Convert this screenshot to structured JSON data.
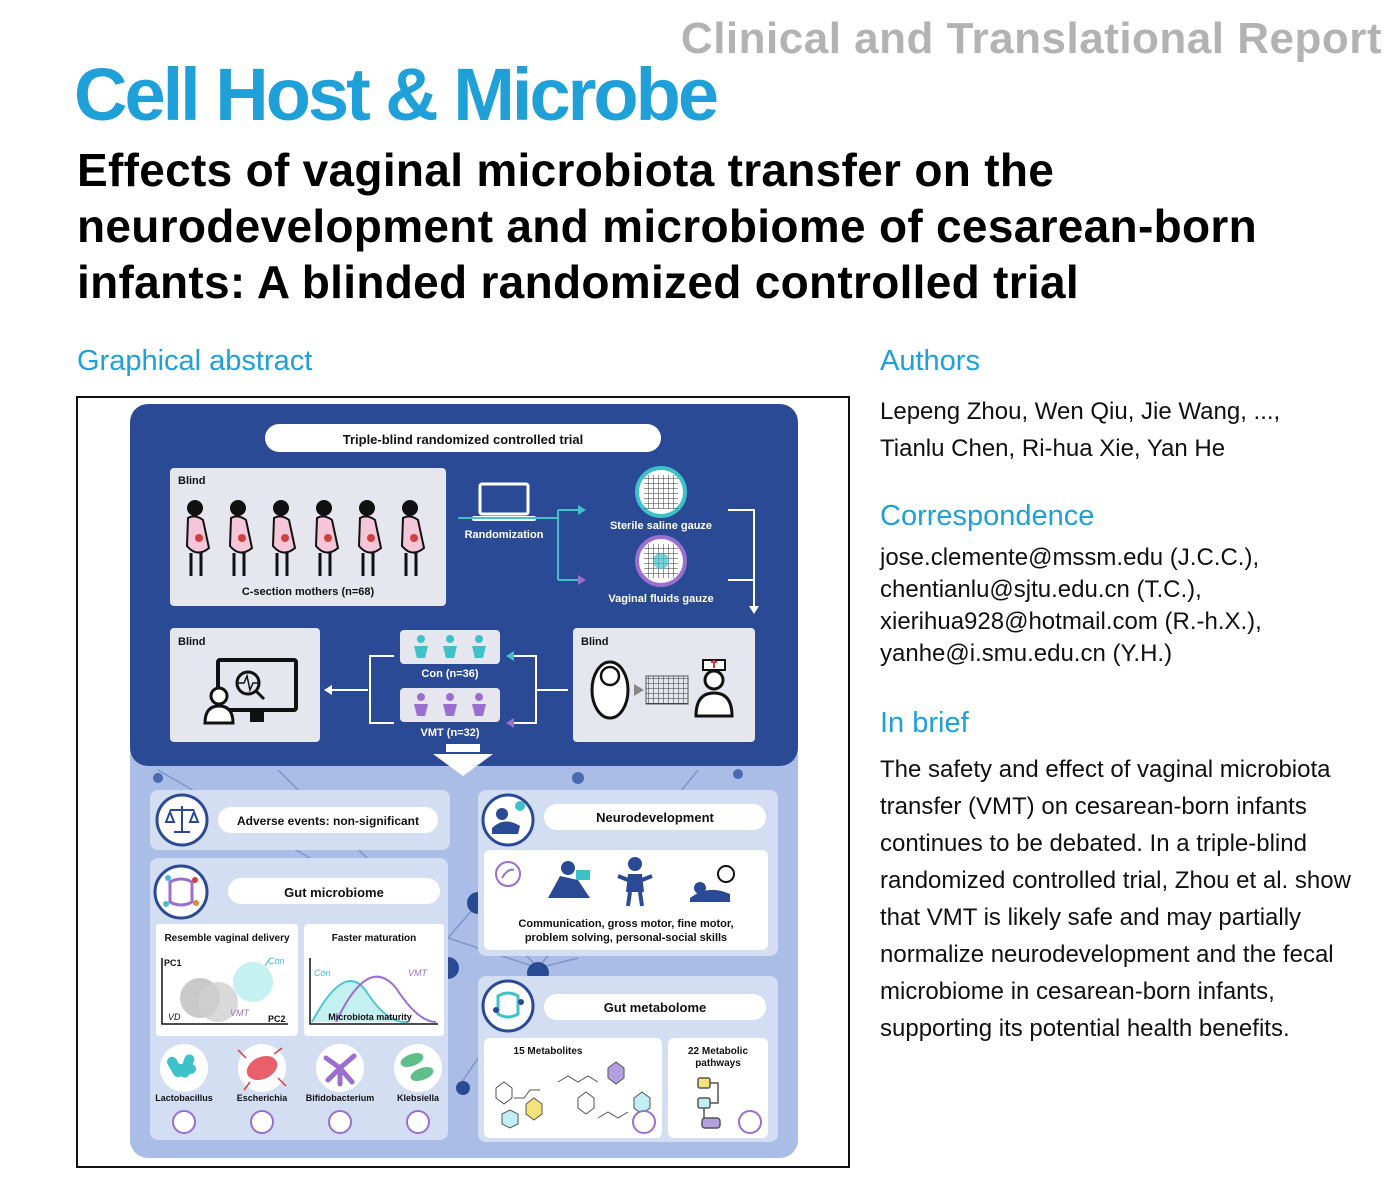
{
  "report_type": "Clinical and Translational Report",
  "journal": "Cell Host & Microbe",
  "title": "Effects of vaginal microbiota transfer on the neurodevelopment and microbiome of cesarean-born infants: A blinded randomized controlled trial",
  "sections": {
    "graphical_abstract": "Graphical abstract",
    "authors": "Authors",
    "correspondence": "Correspondence",
    "in_brief": "In brief"
  },
  "authors_lines": [
    "Lepeng Zhou, Wen Qiu, Jie Wang, ...,",
    "Tianlu Chen, Ri-hua Xie, Yan He"
  ],
  "correspondence": [
    "jose.clemente@mssm.edu (J.C.C.),",
    "chentianlu@sjtu.edu.cn (T.C.),",
    "xierihua928@hotmail.com (R.-h.X.),",
    "yanhe@i.smu.edu.cn (Y.H.)"
  ],
  "in_brief": "The safety and effect of vaginal microbiota transfer (VMT) on cesarean-born infants continues to be debated. In a triple-blind randomized controlled trial, Zhou et al. show that VMT is likely safe and may partially normalize neurodevelopment and the fecal microbiome in cesarean-born infants, supporting its potential health benefits.",
  "abstract": {
    "trial_label": "Triple-blind randomized controlled trial",
    "blind": "Blind",
    "mothers": "C-section mothers (n=68)",
    "randomization": "Randomization",
    "saline": "Sterile saline gauze",
    "vaginal": "Vaginal fluids gauze",
    "con": "Con (n=36)",
    "vmt": "VMT (n=32)",
    "adverse": "Adverse events: non-significant",
    "neuro": "Neurodevelopment",
    "neuro_desc1": "Communication, gross motor, fine motor,",
    "neuro_desc2": "problem solving,  personal-social skills",
    "gut_micro": "Gut microbiome",
    "resemble": "Resemble vaginal delivery",
    "faster": "Faster maturation",
    "pc1": "PC1",
    "pc2": "PC2",
    "vd": "VD",
    "vmt_short": "VMT",
    "con_short": "Con",
    "maturity": "Microbiota maturity",
    "gut_metab": "Gut metabolome",
    "metabolites": "15 Metabolites",
    "pathways1": "22 Metabolic",
    "pathways2": "pathways",
    "bacteria": [
      "Lactobacillus",
      "Escherichia",
      "Bifidobacterium",
      "Klebsiella"
    ]
  },
  "colors": {
    "brand_blue": "#1fa0d8",
    "navy": "#2b4a96",
    "light_panel": "#a9bde6",
    "teal": "#3fc1c9",
    "purple": "#9b6fd0",
    "pink": "#f5c6d8"
  }
}
